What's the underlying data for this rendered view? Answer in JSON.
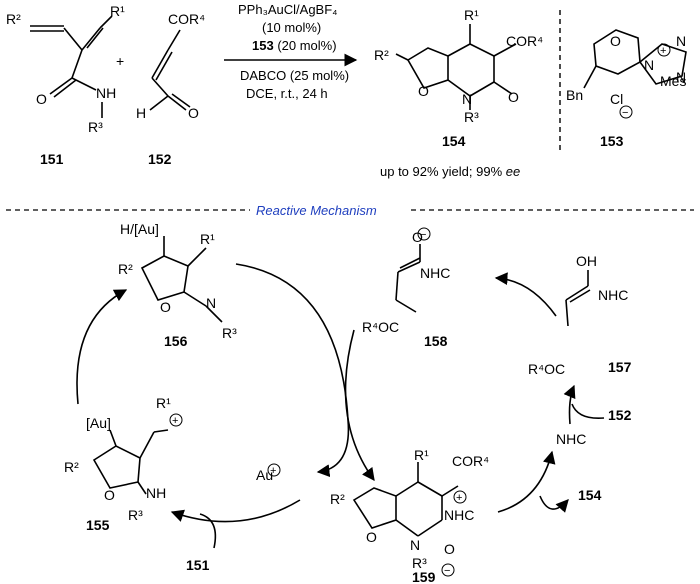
{
  "top": {
    "cond1": "PPh₃AuCl/AgBF₄",
    "cond2": "(10 mol%)",
    "cond3_cat": "153",
    "cond3_rest": " (20 mol%)",
    "cond4": "DABCO (25 mol%)",
    "cond5": "DCE, r.t., 24 h",
    "plus": "+",
    "yield_text": "up to 92% yield; 99% ",
    "yield_ee": "ee"
  },
  "labels": {
    "c151": "151",
    "c152": "152",
    "c153": "153",
    "c154": "154",
    "c155": "155",
    "c156": "156",
    "c157": "157",
    "c158": "158",
    "c159": "159"
  },
  "atoms": {
    "R1": "R¹",
    "R2": "R²",
    "R3": "R³",
    "COR4": "COR⁴",
    "R4OC": "R⁴OC",
    "O": "O",
    "N": "N",
    "NH": "NH",
    "H": "H",
    "Bn": "Bn",
    "Mes": "Mes",
    "Cl": "Cl",
    "NHC": "NHC",
    "OH": "OH",
    "Au": "[Au]",
    "HAu": "H/[Au]",
    "AuPlus": "Au"
  },
  "mechanism": {
    "title": "Reactive Mechanism"
  }
}
